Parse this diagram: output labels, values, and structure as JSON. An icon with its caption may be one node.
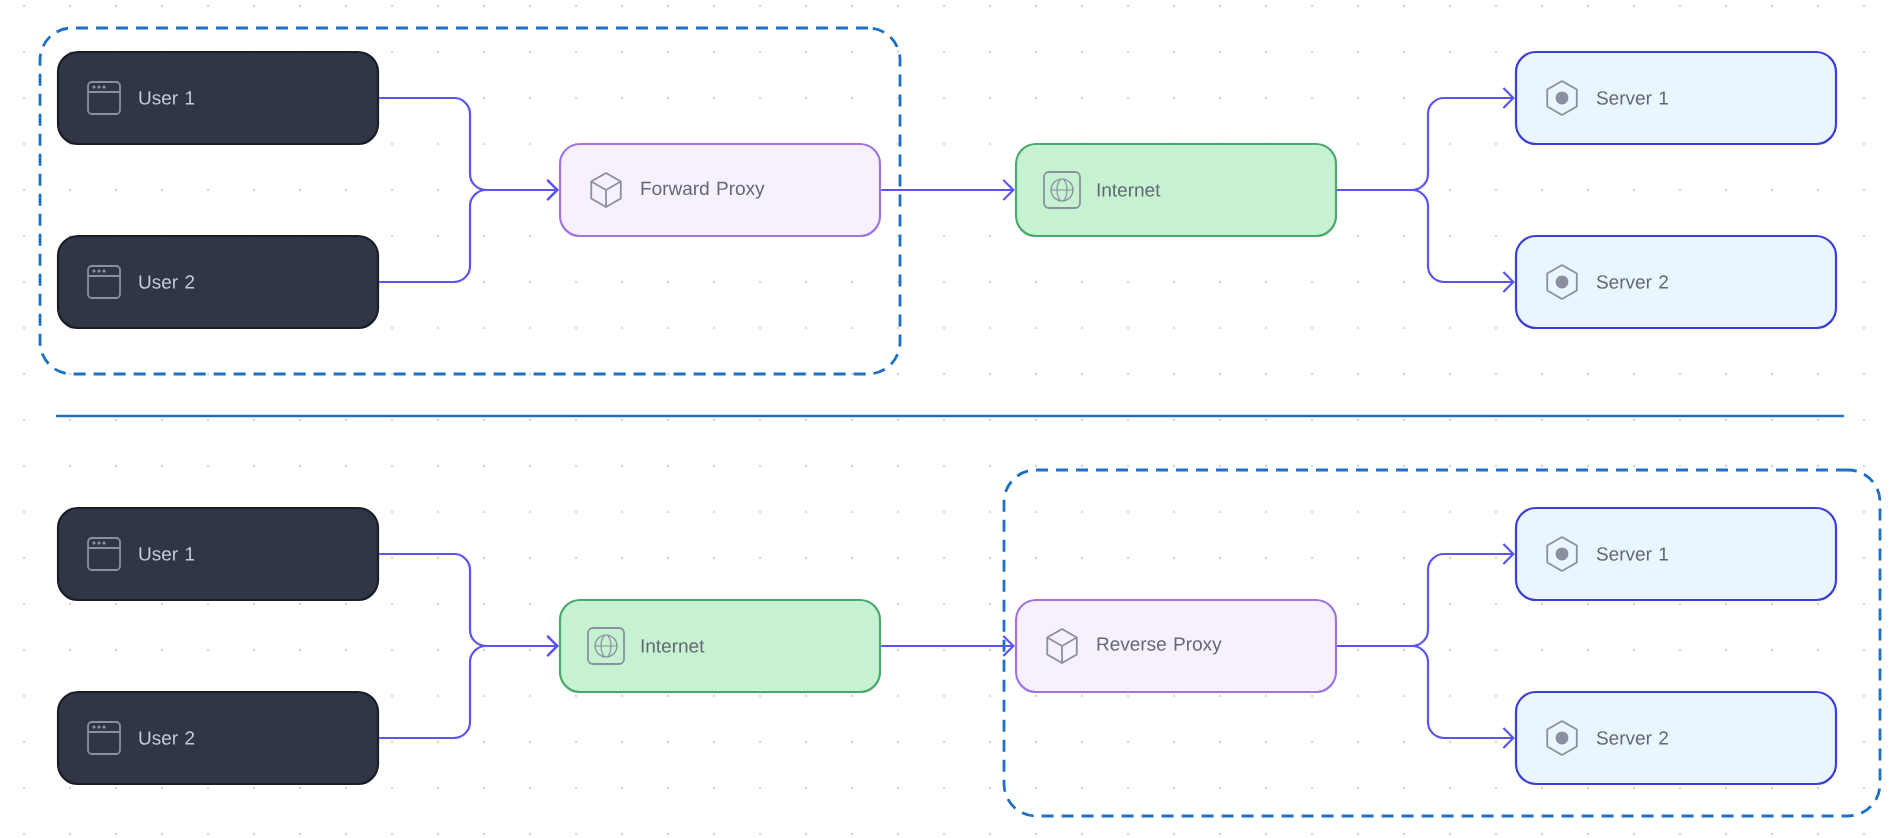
{
  "diagram": {
    "nodes": [
      {
        "text": [],
        "shape": "box"
      },
      {
        "text": [
          "User 1"
        ],
        "in": 0
      },
      {
        "text": [
          "User 2"
        ],
        "in": 0
      },
      {
        "text": [
          "Forward Proxy"
        ],
        "in": 0
      },
      {
        "text": [
          "Internet"
        ]
      },
      {
        "text": [
          "Server 1"
        ]
      },
      {
        "text": [
          "Server 2"
        ]
      },
      {
        "text": [
          "User 1"
        ]
      },
      {
        "text": [
          "User 2"
        ]
      },
      {
        "text": [
          "Internet"
        ]
      },
      {
        "text": [],
        "shape": "box"
      },
      {
        "text": [
          "Reverse Proxy"
        ],
        "in": 10
      },
      {
        "text": [
          "Server 1"
        ],
        "in": 10
      },
      {
        "text": [
          "Server 2"
        ],
        "in": 10
      }
    ],
    "edges": [
      {
        "from": 1,
        "to": 3,
        "arrow": "to"
      },
      {
        "from": 2,
        "to": 3,
        "arrow": "to"
      },
      {
        "from": 3,
        "to": 4,
        "arrow": "to"
      },
      {
        "from": 4,
        "to": 5,
        "arrow": "to"
      },
      {
        "from": 4,
        "to": 6,
        "arrow": "to"
      },
      {
        "from": 7,
        "to": 9,
        "arrow": "to"
      },
      {
        "from": 8,
        "to": 9,
        "arrow": "to"
      },
      {
        "from": 9,
        "to": 11,
        "arrow": "to"
      },
      {
        "from": 11,
        "to": 12,
        "arrow": "to"
      },
      {
        "from": 11,
        "to": 13,
        "arrow": "to"
      }
    ]
  }
}
